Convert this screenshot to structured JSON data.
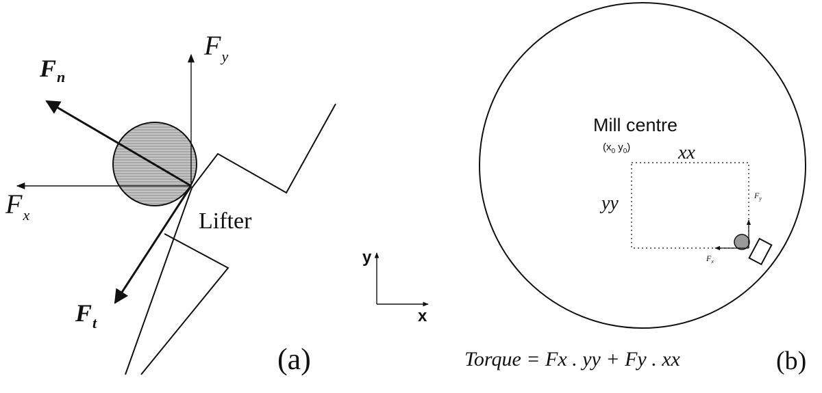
{
  "panel_a": {
    "force_n": {
      "main": "F",
      "sub": "n"
    },
    "force_t": {
      "main": "F",
      "sub": "t"
    },
    "force_x": {
      "main": "F",
      "sub": "x"
    },
    "force_y": {
      "main": "F",
      "sub": "y"
    },
    "lifter_label": "Lifter",
    "axis_y": "y",
    "axis_x": "x",
    "panel_label": "(a)"
  },
  "panel_b": {
    "centre_label": "Mill centre",
    "centre_coord_open": "(x",
    "centre_coord_sub0": "0",
    "centre_coord_mid": " y",
    "centre_coord_sub1": "0",
    "centre_coord_close": ")",
    "xx_label": "xx",
    "yy_label": "yy",
    "small_fy": "F",
    "small_fy_sub": "y",
    "small_fx": "F",
    "small_fx_sub": "x",
    "torque_equation": "Torque = Fx . yy + Fy . xx",
    "panel_label": "(b)"
  },
  "colors": {
    "stroke": "#111111",
    "particle_fill": "#b9b9b9"
  }
}
